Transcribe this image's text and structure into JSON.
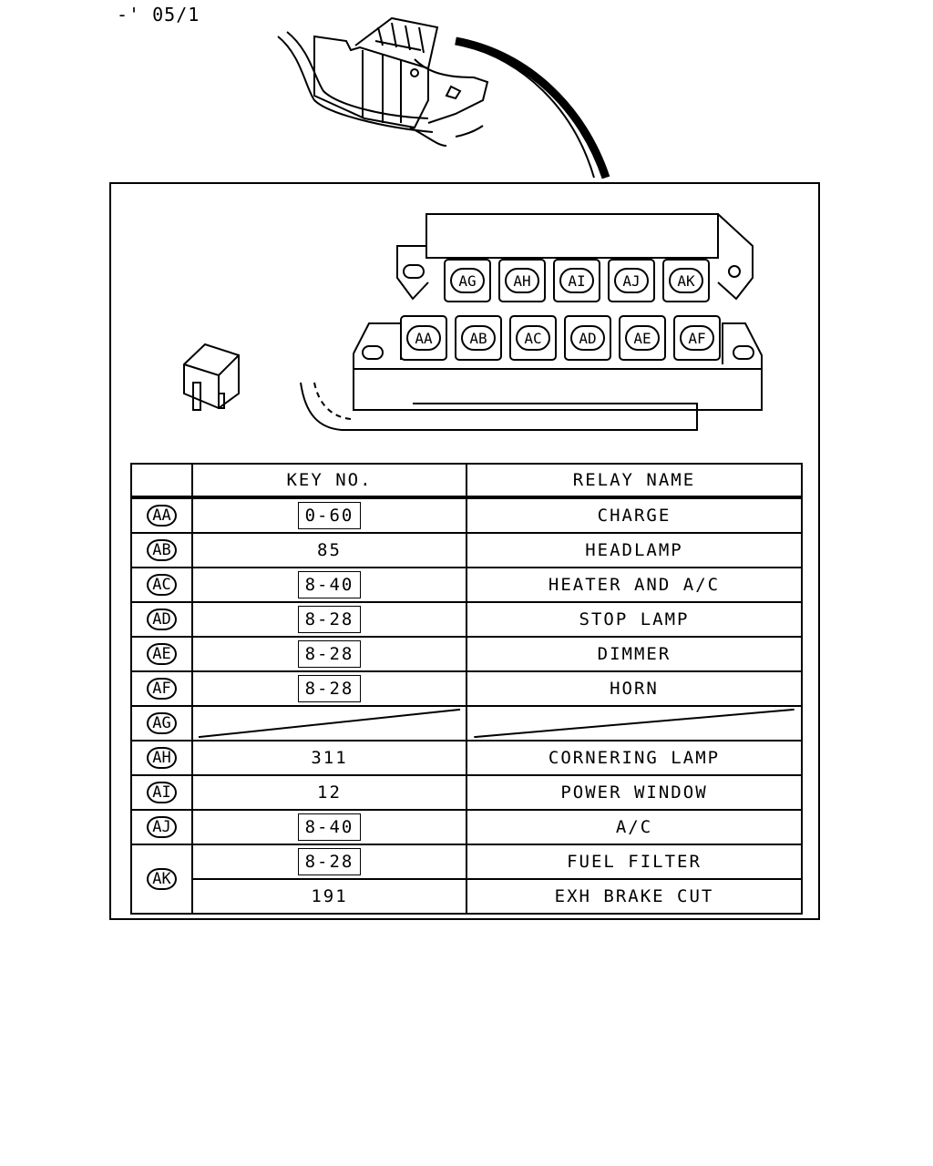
{
  "corner_label": "-' 05/1",
  "diagram": {
    "top_row_sockets": [
      "AG",
      "AH",
      "AI",
      "AJ",
      "AK"
    ],
    "bottom_row_sockets": [
      "AA",
      "AB",
      "AC",
      "AD",
      "AE",
      "AF"
    ]
  },
  "table": {
    "headers": {
      "code": "",
      "key_no": "KEY NO.",
      "relay_name": "RELAY NAME"
    },
    "rows": [
      {
        "code": "AA",
        "key": "0-60",
        "boxed": true,
        "name": "CHARGE"
      },
      {
        "code": "AB",
        "key": "85",
        "boxed": false,
        "name": "HEADLAMP"
      },
      {
        "code": "AC",
        "key": "8-40",
        "boxed": true,
        "name": "HEATER AND A/C"
      },
      {
        "code": "AD",
        "key": "8-28",
        "boxed": true,
        "name": "STOP LAMP"
      },
      {
        "code": "AE",
        "key": "8-28",
        "boxed": true,
        "name": "DIMMER"
      },
      {
        "code": "AF",
        "key": "8-28",
        "boxed": true,
        "name": "HORN"
      },
      {
        "code": "AG",
        "key": "",
        "boxed": false,
        "name": "",
        "empty": true
      },
      {
        "code": "AH",
        "key": "311",
        "boxed": false,
        "name": "CORNERING LAMP"
      },
      {
        "code": "AI",
        "key": "12",
        "boxed": false,
        "name": "POWER WINDOW"
      },
      {
        "code": "AJ",
        "key": "8-40",
        "boxed": true,
        "name": "A/C"
      },
      {
        "code": "AK",
        "key": "8-28",
        "boxed": true,
        "name": "FUEL FILTER"
      },
      {
        "code": "",
        "key": "191",
        "boxed": false,
        "name": "EXH BRAKE CUT",
        "continuation": true
      }
    ]
  }
}
